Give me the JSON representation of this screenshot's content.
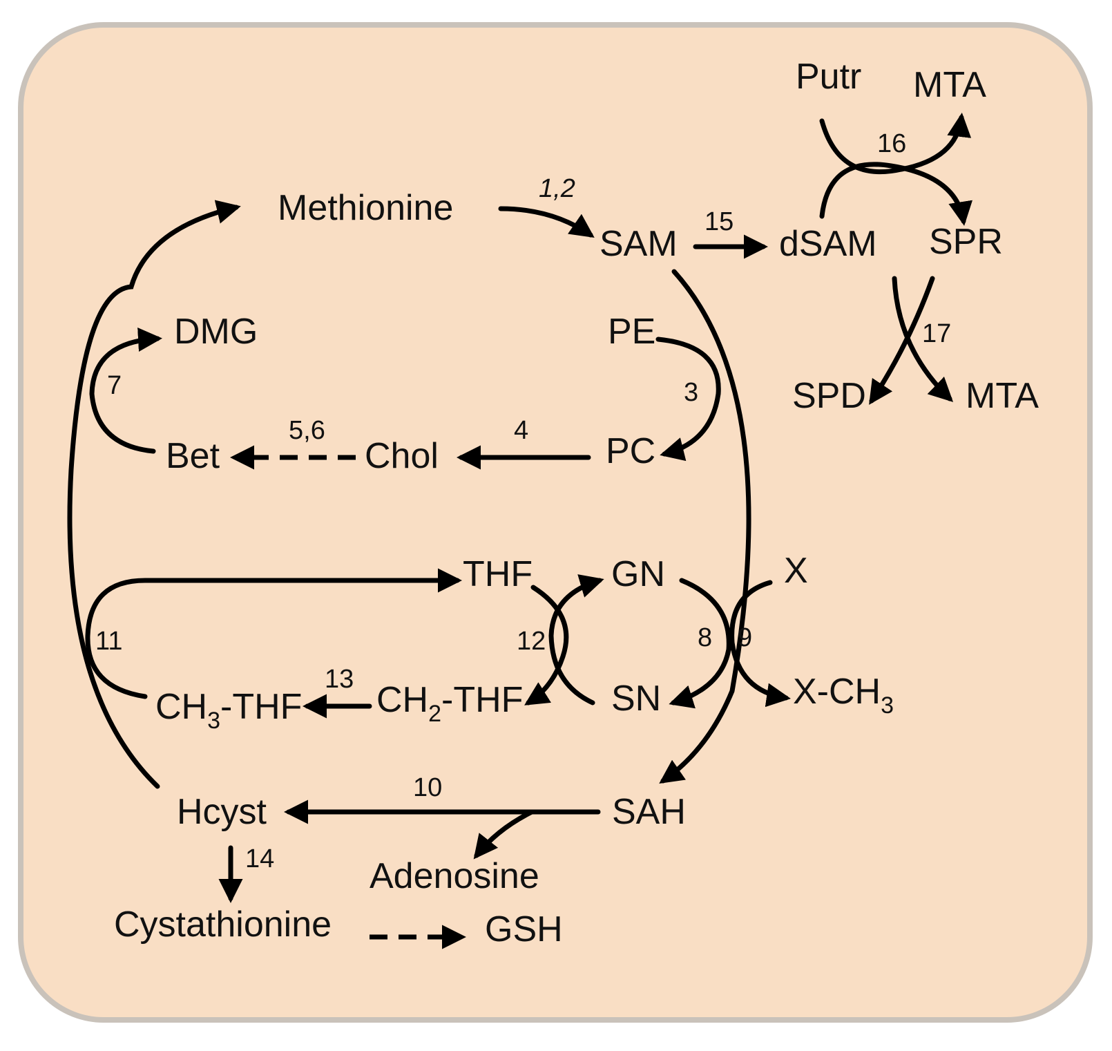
{
  "colors": {
    "background": "#F9DEC4",
    "border": "#C9C2BA",
    "ink": "#000000"
  },
  "metabolites": {
    "methionine": "Methionine",
    "sam": "SAM",
    "dsam": "dSAM",
    "putr": "Putr",
    "mta_top": "MTA",
    "spr": "SPR",
    "spd": "SPD",
    "mta_bottom": "MTA",
    "dmg": "DMG",
    "pe": "PE",
    "pc": "PC",
    "chol": "Chol",
    "bet": "Bet",
    "thf": "THF",
    "gn": "GN",
    "x": "X",
    "x_ch3_base": "X-CH",
    "x_ch3_sub": "3",
    "sn": "SN",
    "ch2_thf_pre": "CH",
    "ch2_thf_sub": "2",
    "ch2_thf_post": "-THF",
    "ch3_thf_pre": "CH",
    "ch3_thf_sub": "3",
    "ch3_thf_post": "-THF",
    "sah": "SAH",
    "hcyst": "Hcyst",
    "adenosine": "Adenosine",
    "cystathionine": "Cystathionine",
    "gsh": "GSH"
  },
  "enzymes": {
    "e1_2": "1,2",
    "e3": "3",
    "e4": "4",
    "e5_6": "5,6",
    "e7": "7",
    "e8": "8",
    "e9": "9",
    "e10": "10",
    "e11": "11",
    "e12": "12",
    "e13": "13",
    "e14": "14",
    "e15": "15",
    "e16": "16",
    "e17": "17"
  }
}
